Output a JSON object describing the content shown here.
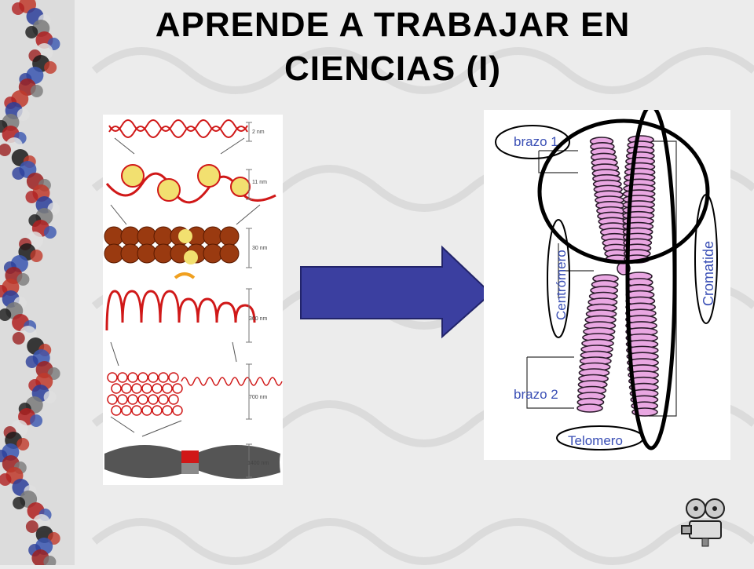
{
  "slide": {
    "title_line1": "APRENDE A TRABAJAR EN",
    "title_line2": "CIENCIAS (I)"
  },
  "left_figure": {
    "scale_labels": [
      "2 nm",
      "11 nm",
      "30 nm",
      "300 nm",
      "700 nm",
      "1400 nm"
    ]
  },
  "right_figure": {
    "labels": {
      "arm1": "brazo 1",
      "arm2": "brazo 2",
      "centromere": "Centrómero",
      "chromatid": "Cromatide",
      "telomere": "Telomero"
    }
  },
  "colors": {
    "arrow_fill": "#3b3fa0",
    "chromosome_fill": "#e9a7e2",
    "chromatin_red": "#d01818",
    "nucleosome_yellow": "#f2e070",
    "fiber_brown": "#9a3a10",
    "label_blue": "#3a4fb5"
  },
  "icons": {
    "projector": "film-projector-icon"
  }
}
